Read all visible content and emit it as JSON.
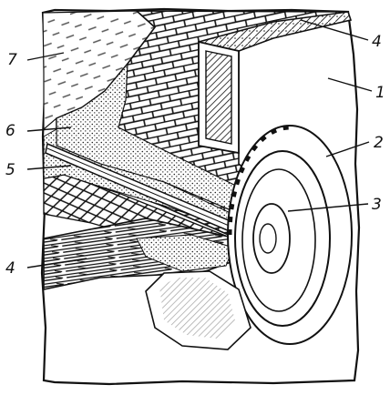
{
  "callouts": {
    "l1": "1",
    "l2": "2",
    "l3": "3",
    "l4_top": "4",
    "l4_bottom": "4",
    "l5": "5",
    "l6": "6",
    "l7": "7"
  }
}
